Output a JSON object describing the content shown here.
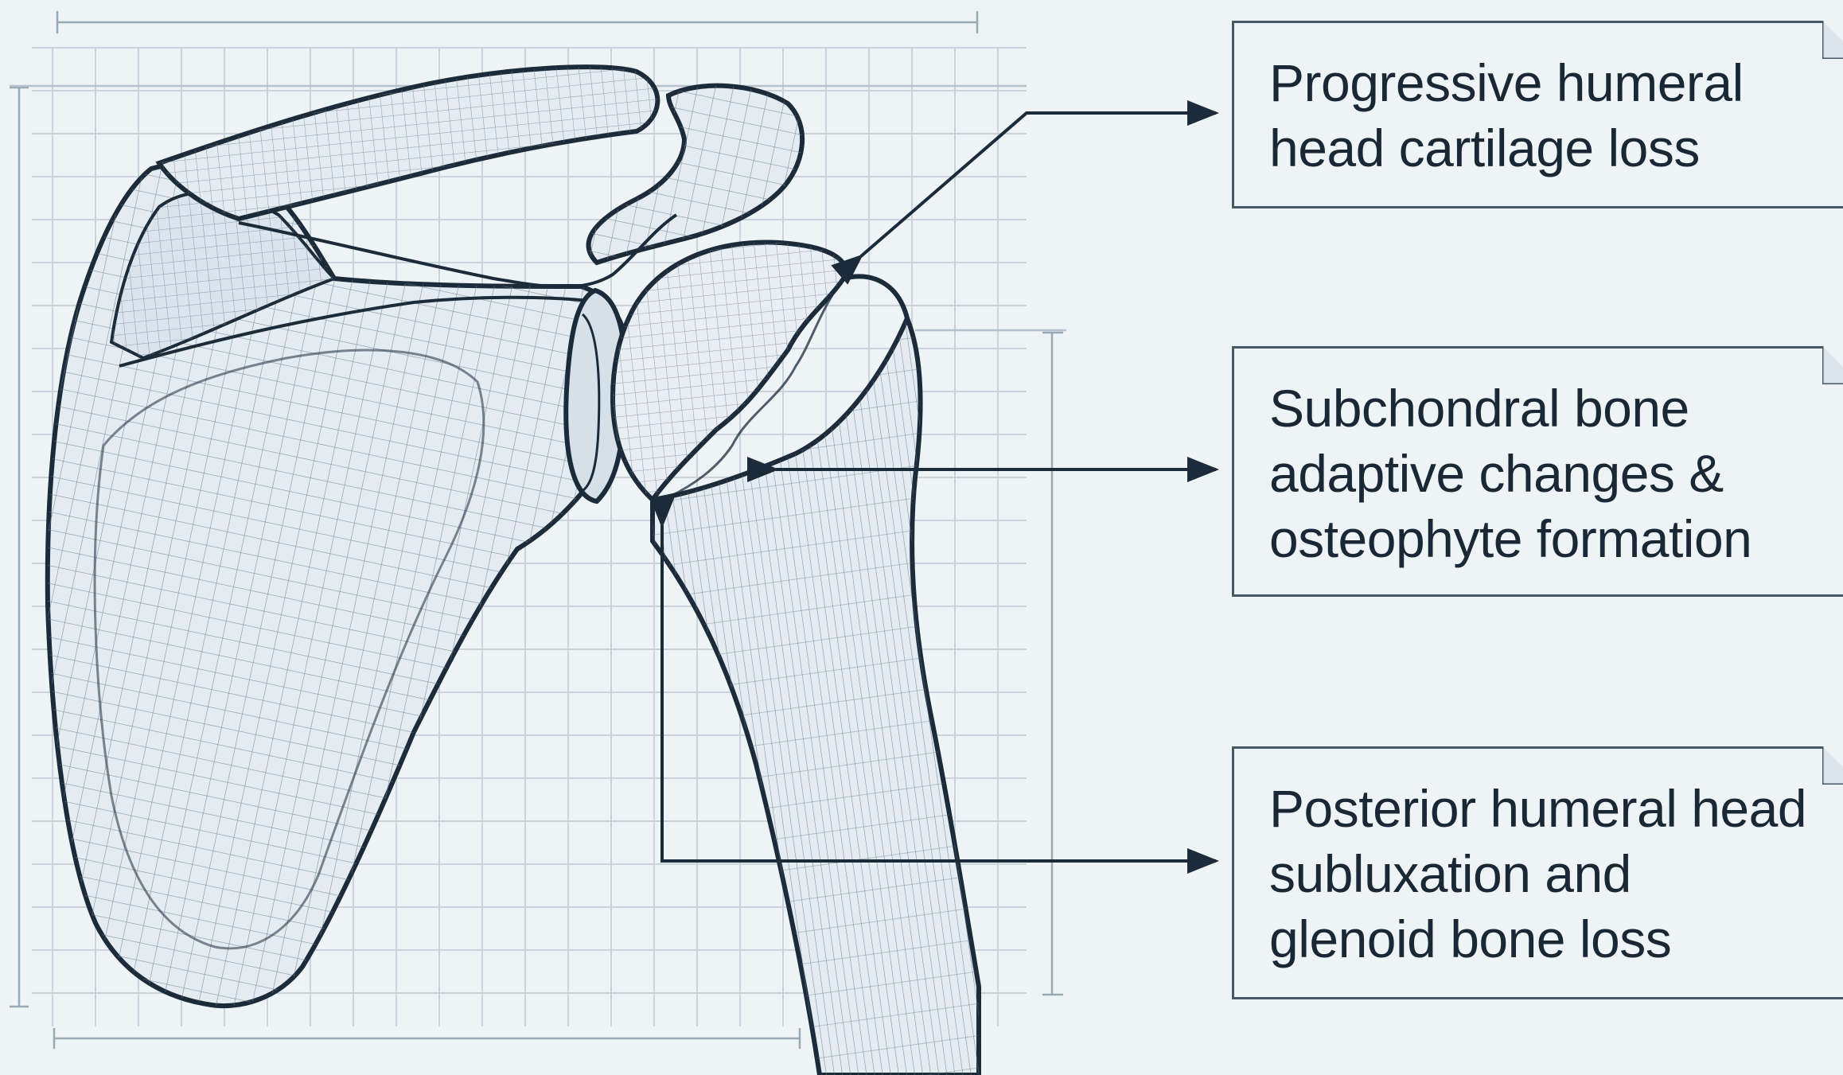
{
  "diagram": {
    "subject": "shoulder joint anatomy - scapula, clavicle, acromion, humerus",
    "colors": {
      "background": "#eef3f6",
      "grid": "#c8d3dc",
      "bone_fill": "#e4ebf1",
      "mesh": "#5d6f82",
      "outline": "#1c2b3a",
      "arrow": "#1c2b3a"
    }
  },
  "callouts": [
    {
      "id": "cartilage",
      "text": "Progressive humeral\nhead cartilage loss"
    },
    {
      "id": "subchondral",
      "text": "Subchondral bone\nadaptive changes &\nosteophyte formation"
    },
    {
      "id": "subluxation",
      "text": "Posterior humeral head\nsubluxation and\nglenoid bone loss"
    }
  ]
}
